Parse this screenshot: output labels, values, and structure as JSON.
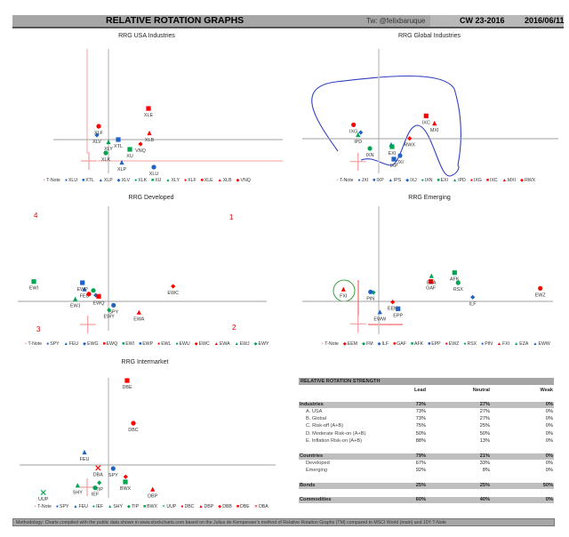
{
  "header": {
    "title": "RELATIVE ROTATION GRAPHS",
    "twitter": "Tw: @felixbaruque",
    "week": "CW 23-2016",
    "date": "2016/06/11"
  },
  "colors": {
    "red": "#ff0000",
    "blue": "#1f63c6",
    "green": "#00a651",
    "tnote": "#f4a0a0",
    "axis": "#a0a0a0",
    "annotation": "#3040c0"
  },
  "quadrant_labels": {
    "q1": "1",
    "q2": "2",
    "q3": "3",
    "q4": "4"
  },
  "chart_data": [
    {
      "type": "scatter",
      "title": "RRG USA Industries",
      "series": [
        {
          "name": "T-Note",
          "marker": "plus",
          "color": "tnote",
          "x": 97.8,
          "y": 97.6,
          "label": false
        },
        {
          "name": "XLU",
          "marker": "circle",
          "color": "blue",
          "x": 105.1,
          "y": 96.9,
          "label": true
        },
        {
          "name": "XTL",
          "marker": "square",
          "color": "blue",
          "x": 101.1,
          "y": 100.0,
          "label": true
        },
        {
          "name": "XLP",
          "marker": "triangle",
          "color": "blue",
          "x": 101.5,
          "y": 97.4,
          "label": true
        },
        {
          "name": "XLV",
          "marker": "diamond",
          "color": "blue",
          "x": 98.7,
          "y": 100.5,
          "label": true
        },
        {
          "name": "XLK",
          "marker": "circle",
          "color": "green",
          "x": 99.7,
          "y": 98.5,
          "label": true
        },
        {
          "name": "XU",
          "marker": "square",
          "color": "green",
          "x": 102.4,
          "y": 98.9,
          "label": true
        },
        {
          "name": "XLY",
          "marker": "triangle",
          "color": "green",
          "x": 100.0,
          "y": 99.7,
          "label": true
        },
        {
          "name": "XLF",
          "marker": "circle",
          "color": "red",
          "x": 98.9,
          "y": 101.5,
          "label": true
        },
        {
          "name": "XLE",
          "marker": "square",
          "color": "red",
          "x": 104.5,
          "y": 103.5,
          "label": true
        },
        {
          "name": "XLB",
          "marker": "triangle",
          "color": "red",
          "x": 104.6,
          "y": 100.7,
          "label": true
        },
        {
          "name": "VNQ",
          "marker": "diamond",
          "color": "red",
          "x": 103.6,
          "y": 99.5,
          "label": true
        }
      ]
    },
    {
      "type": "scatter",
      "title": "RRG Global Industries",
      "series": [
        {
          "name": "T-Note",
          "marker": "plus",
          "color": "tnote",
          "x": 97.67,
          "y": 97.43,
          "label": false
        },
        {
          "name": "JXI",
          "marker": "circle",
          "color": "blue",
          "x": 102.4,
          "y": 98.1,
          "label": true
        },
        {
          "name": "IXP",
          "marker": "square",
          "color": "blue",
          "x": 101.7,
          "y": 97.7,
          "label": true
        },
        {
          "name": "IPS",
          "marker": "triangle",
          "color": "blue",
          "x": 101.4,
          "y": 99.3,
          "label": false
        },
        {
          "name": "IXJ",
          "marker": "diamond",
          "color": "blue",
          "x": 97.97,
          "y": 100.7,
          "label": false
        },
        {
          "name": "IXN",
          "marker": "circle",
          "color": "green",
          "x": 99.0,
          "y": 98.9,
          "label": true
        },
        {
          "name": "EXI",
          "marker": "square",
          "color": "green",
          "x": 101.5,
          "y": 99.1,
          "label": true
        },
        {
          "name": "IPD",
          "marker": "triangle",
          "color": "green",
          "x": 97.67,
          "y": 100.4,
          "label": true
        },
        {
          "name": "IXG",
          "marker": "circle",
          "color": "red",
          "x": 97.17,
          "y": 101.57,
          "label": true
        },
        {
          "name": "IXC",
          "marker": "square",
          "color": "red",
          "x": 105.33,
          "y": 102.57,
          "label": true
        },
        {
          "name": "MXI",
          "marker": "triangle",
          "color": "red",
          "x": 106.27,
          "y": 101.7,
          "label": true
        },
        {
          "name": "RWX",
          "marker": "diamond",
          "color": "red",
          "x": 103.47,
          "y": 100.03,
          "label": true
        }
      ]
    },
    {
      "type": "scatter",
      "title": "RRG Developed",
      "series": [
        {
          "name": "T-Note",
          "marker": "plus",
          "color": "tnote",
          "x": 97.67,
          "y": 97.4,
          "label": false
        },
        {
          "name": "SPY",
          "marker": "circle",
          "color": "blue",
          "x": 100.57,
          "y": 99.57,
          "label": true
        },
        {
          "name": "FEU",
          "marker": "triangle",
          "color": "blue",
          "x": 97.3,
          "y": 101.33,
          "label": true
        },
        {
          "name": "EWG",
          "marker": "diamond",
          "color": "blue",
          "x": 98.57,
          "y": 100.7,
          "label": false
        },
        {
          "name": "EWQ",
          "marker": "square",
          "color": "red",
          "x": 98.9,
          "y": 100.57,
          "label": true
        },
        {
          "name": "EWI",
          "marker": "square",
          "color": "green",
          "x": 91.6,
          "y": 102.23,
          "label": true
        },
        {
          "name": "EWP",
          "marker": "square",
          "color": "blue",
          "x": 97.07,
          "y": 102.1,
          "label": true
        },
        {
          "name": "EWL",
          "marker": "circle",
          "color": "red",
          "x": 97.8,
          "y": 100.83,
          "label": false
        },
        {
          "name": "EWU",
          "marker": "circle",
          "color": "green",
          "x": 98.3,
          "y": 101.23,
          "label": false
        },
        {
          "name": "EWC",
          "marker": "diamond",
          "color": "red",
          "x": 107.27,
          "y": 101.7,
          "label": true
        },
        {
          "name": "EWA",
          "marker": "triangle",
          "color": "red",
          "x": 103.43,
          "y": 98.73,
          "label": true
        },
        {
          "name": "EWJ",
          "marker": "triangle",
          "color": "green",
          "x": 96.27,
          "y": 100.23,
          "label": true
        },
        {
          "name": "EWY",
          "marker": "diamond",
          "color": "green",
          "x": 100.07,
          "y": 99.03,
          "label": true
        }
      ]
    },
    {
      "type": "scatter",
      "title": "RRG Emerging",
      "series": [
        {
          "name": "T-Note",
          "marker": "plus",
          "color": "tnote",
          "x": 97.67,
          "y": 97.47,
          "label": false
        },
        {
          "name": "EEM",
          "marker": "diamond",
          "color": "red",
          "x": 101.57,
          "y": 99.93,
          "label": true
        },
        {
          "name": "FM",
          "marker": "diamond",
          "color": "green",
          "x": 99.4,
          "y": 101.0,
          "label": false
        },
        {
          "name": "ILF",
          "marker": "diamond",
          "color": "blue",
          "x": 110.57,
          "y": 100.47,
          "label": true
        },
        {
          "name": "GAF",
          "marker": "square",
          "color": "red",
          "x": 105.87,
          "y": 102.23,
          "label": true
        },
        {
          "name": "AFK",
          "marker": "square",
          "color": "green",
          "x": 108.53,
          "y": 103.23,
          "label": true
        },
        {
          "name": "EPP",
          "marker": "square",
          "color": "blue",
          "x": 102.17,
          "y": 99.17,
          "label": true
        },
        {
          "name": "EWZ",
          "marker": "circle",
          "color": "red",
          "x": 118.17,
          "y": 101.47,
          "label": true
        },
        {
          "name": "RSX",
          "marker": "circle",
          "color": "green",
          "x": 108.93,
          "y": 102.1,
          "label": true
        },
        {
          "name": "PIN",
          "marker": "circle",
          "color": "blue",
          "x": 99.07,
          "y": 101.07,
          "label": true
        },
        {
          "name": "FXI",
          "marker": "triangle",
          "color": "red",
          "x": 96.03,
          "y": 101.33,
          "label": true
        },
        {
          "name": "EZA",
          "marker": "triangle",
          "color": "green",
          "x": 105.93,
          "y": 102.83,
          "label": true
        },
        {
          "name": "EWW",
          "marker": "triangle",
          "color": "blue",
          "x": 100.13,
          "y": 98.77,
          "label": true
        }
      ]
    },
    {
      "type": "scatter",
      "title": "RRG Intermarket",
      "series": [
        {
          "name": "T-Note",
          "marker": "plus",
          "color": "tnote",
          "x": 97.6,
          "y": 97.5,
          "label": false
        },
        {
          "name": "SPY",
          "marker": "circle",
          "color": "blue",
          "x": 100.53,
          "y": 99.6,
          "label": true
        },
        {
          "name": "FEU",
          "marker": "triangle",
          "color": "blue",
          "x": 97.3,
          "y": 101.4,
          "label": true
        },
        {
          "name": "IEF",
          "marker": "circle",
          "color": "green",
          "x": 98.5,
          "y": 97.43,
          "label": true
        },
        {
          "name": "SHY",
          "marker": "triangle",
          "color": "green",
          "x": 96.53,
          "y": 97.67,
          "label": true
        },
        {
          "name": "TIP",
          "marker": "diamond",
          "color": "green",
          "x": 98.97,
          "y": 98.0,
          "label": true
        },
        {
          "name": "BWX",
          "marker": "square",
          "color": "green",
          "x": 101.9,
          "y": 98.1,
          "label": true
        },
        {
          "name": "UUP",
          "marker": "x",
          "color": "green",
          "x": 92.67,
          "y": 96.9,
          "label": true
        },
        {
          "name": "DBC",
          "marker": "circle",
          "color": "red",
          "x": 102.8,
          "y": 104.7,
          "label": true
        },
        {
          "name": "DBP",
          "marker": "triangle",
          "color": "red",
          "x": 104.97,
          "y": 97.23,
          "label": true
        },
        {
          "name": "DBB",
          "marker": "diamond",
          "color": "red",
          "x": 101.93,
          "y": 98.67,
          "label": false
        },
        {
          "name": "DBE",
          "marker": "square",
          "color": "red",
          "x": 102.1,
          "y": 109.5,
          "label": true
        },
        {
          "name": "DBA",
          "marker": "x",
          "color": "red",
          "x": 98.83,
          "y": 99.67,
          "label": true
        }
      ]
    }
  ],
  "strength_table": {
    "title": "RELATIVE ROTATION STRENGTH",
    "columns": [
      "Lead",
      "Neutral",
      "Weak"
    ],
    "rows": [
      {
        "label": "Industries",
        "type": "group",
        "lead": "73%",
        "neutral": "27%",
        "weak": "0%"
      },
      {
        "label": "A. USA",
        "type": "sub",
        "lead": "73%",
        "neutral": "27%",
        "weak": "0%"
      },
      {
        "label": "B. Global",
        "type": "sub",
        "lead": "73%",
        "neutral": "27%",
        "weak": "0%"
      },
      {
        "label": "C. Risk-off (A+B)",
        "type": "sub",
        "lead": "75%",
        "neutral": "25%",
        "weak": "0%"
      },
      {
        "label": "D. Moderate Risk-on (A+B)",
        "type": "sub",
        "lead": "50%",
        "neutral": "50%",
        "weak": "0%"
      },
      {
        "label": "E. Inflation Risk-on (A+B)",
        "type": "sub",
        "lead": "88%",
        "neutral": "13%",
        "weak": "0%"
      },
      {
        "label": "Countries",
        "type": "group",
        "lead": "79%",
        "neutral": "21%",
        "weak": "0%"
      },
      {
        "label": "Developed",
        "type": "sub",
        "lead": "67%",
        "neutral": "33%",
        "weak": "0%"
      },
      {
        "label": "Emerging",
        "type": "sub",
        "lead": "92%",
        "neutral": "8%",
        "weak": "0%"
      },
      {
        "label": "Bonds",
        "type": "group",
        "lead": "25%",
        "neutral": "25%",
        "weak": "50%"
      },
      {
        "label": "Commodities",
        "type": "group",
        "lead": "60%",
        "neutral": "40%",
        "weak": "0%"
      }
    ]
  },
  "footer": "Methodology: Charts compiled with the public data shown in www.stockcharts.com based on the Julius de Kempenaer's method of Relative Rotation Graphs (TM) compared to MSCI World (main) and 10Y T-Note"
}
